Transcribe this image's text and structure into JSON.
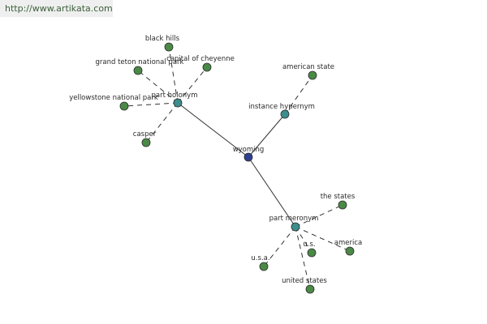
{
  "watermark": "http://www.artikata.com",
  "colors": {
    "center": "#2f3f8f",
    "hub": "#3d8d8d",
    "leaf": "#4a8a46",
    "edge": "#333333"
  },
  "nodes": {
    "wyoming": "wyoming",
    "part_holonym": "part holonym",
    "instance_hypernym": "instance hypernym",
    "part_meronym": "part meronym",
    "black_hills": "black hills",
    "grand_teton": "grand teton national park",
    "capital_of_cheyenne": "capital of cheyenne",
    "yellowstone": "yellowstone national park",
    "casper": "casper",
    "american_state": "american state",
    "the_states": "the states",
    "us": "u.s.",
    "america": "america",
    "usa": "u.s.a.",
    "united_states": "united states"
  }
}
